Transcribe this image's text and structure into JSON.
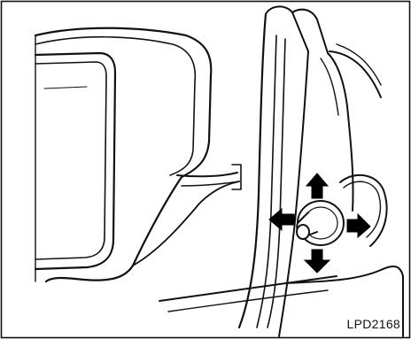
{
  "figure": {
    "code": "LPD2168",
    "subject_icons": [
      "side-mirror",
      "mirror-adjust-knob",
      "arrow-up",
      "arrow-down",
      "arrow-left",
      "arrow-right"
    ]
  }
}
